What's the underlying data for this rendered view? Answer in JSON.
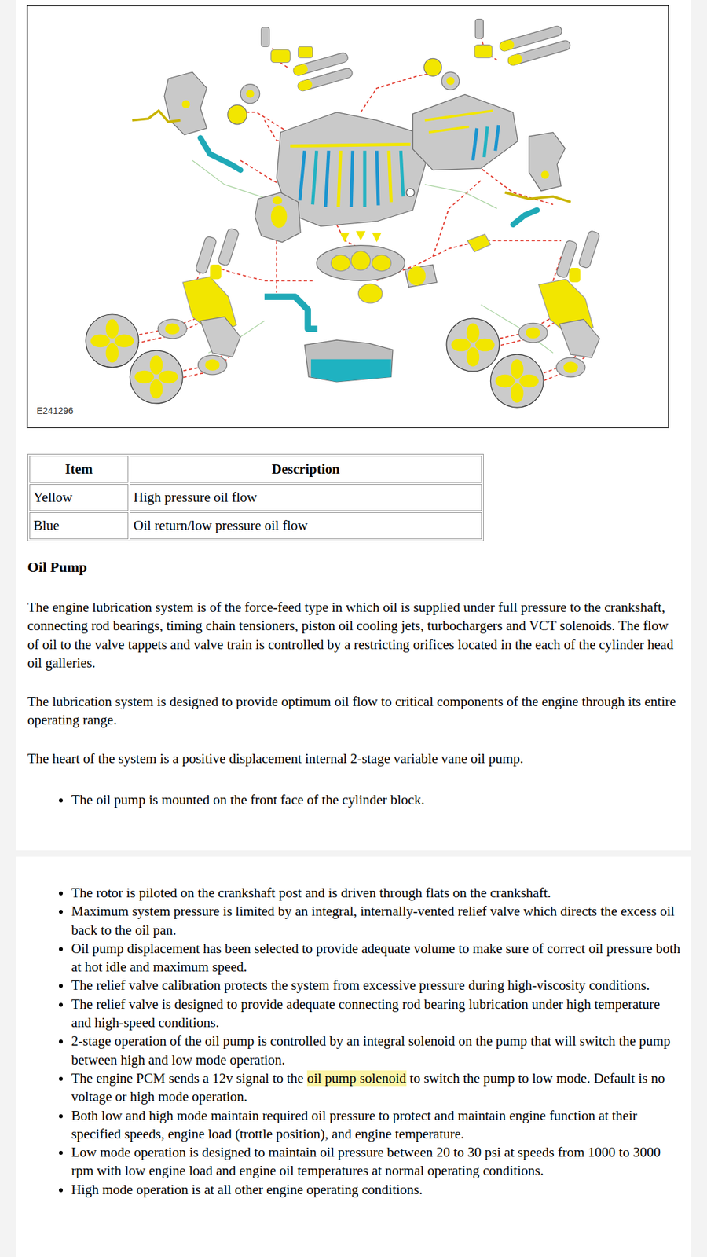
{
  "diagram": {
    "title": "Oil Pump",
    "labels": [
      "E241296",
      "Item",
      "Description",
      "Yellow",
      "High pressure oil flow",
      "Blue",
      "Oil return/low pressure oil flow",
      "The engine lubrication system is of the force-feed type in which oil is supplied under full pressure to the crankshaft, connecting rod bearings, timing chain tensioners, piston oil cooling jets, turbochargers and VCT solenoids. The flow of oil to the valve tappets and valve train is controlled by a restricting orifices located in the each of the cylinder head oil galleries.",
      "The lubrication system is designed to provide optimum oil flow to critical components of the engine through its entire operating range.",
      "The heart of the system is a positive displacement internal 2-stage variable vane oil pump.",
      "The oil pump is mounted on the front face of the cylinder block.",
      "The rotor is piloted on the crankshaft post and is driven through flats on the crankshaft.",
      "Maximum system pressure is limited by an integral, internally-vented relief valve which directs the excess oil back to the oil pan.",
      "Oil pump displacement has been selected to provide adequate volume to make sure of correct oil pressure both at hot idle and maximum speed.",
      "The relief valve calibration protects the system from excessive pressure during high-viscosity conditions.",
      "The relief valve is designed to provide adequate connecting rod bearing lubrication under high temperature and high-speed conditions.",
      "2-stage operation of the oil pump is controlled by an integral solenoid on the pump that will switch the pump between high and low mode operation.",
      "The engine PCM sends a 12v signal to the",
      "oil pump solenoid",
      "to switch the pump to low mode. Default is no voltage or high mode operation.",
      "Both low and high mode maintain required oil pressure to protect and maintain engine function at their specified speeds, engine load (trottle position), and engine temperature.",
      "Low mode operation is designed to maintain oil pressure between 20 to 30 psi at speeds from 1000 to 3000 rpm with low engine load and engine oil temperatures at normal operating conditions.",
      "High mode operation is at all other engine operating conditions."
    ]
  }
}
